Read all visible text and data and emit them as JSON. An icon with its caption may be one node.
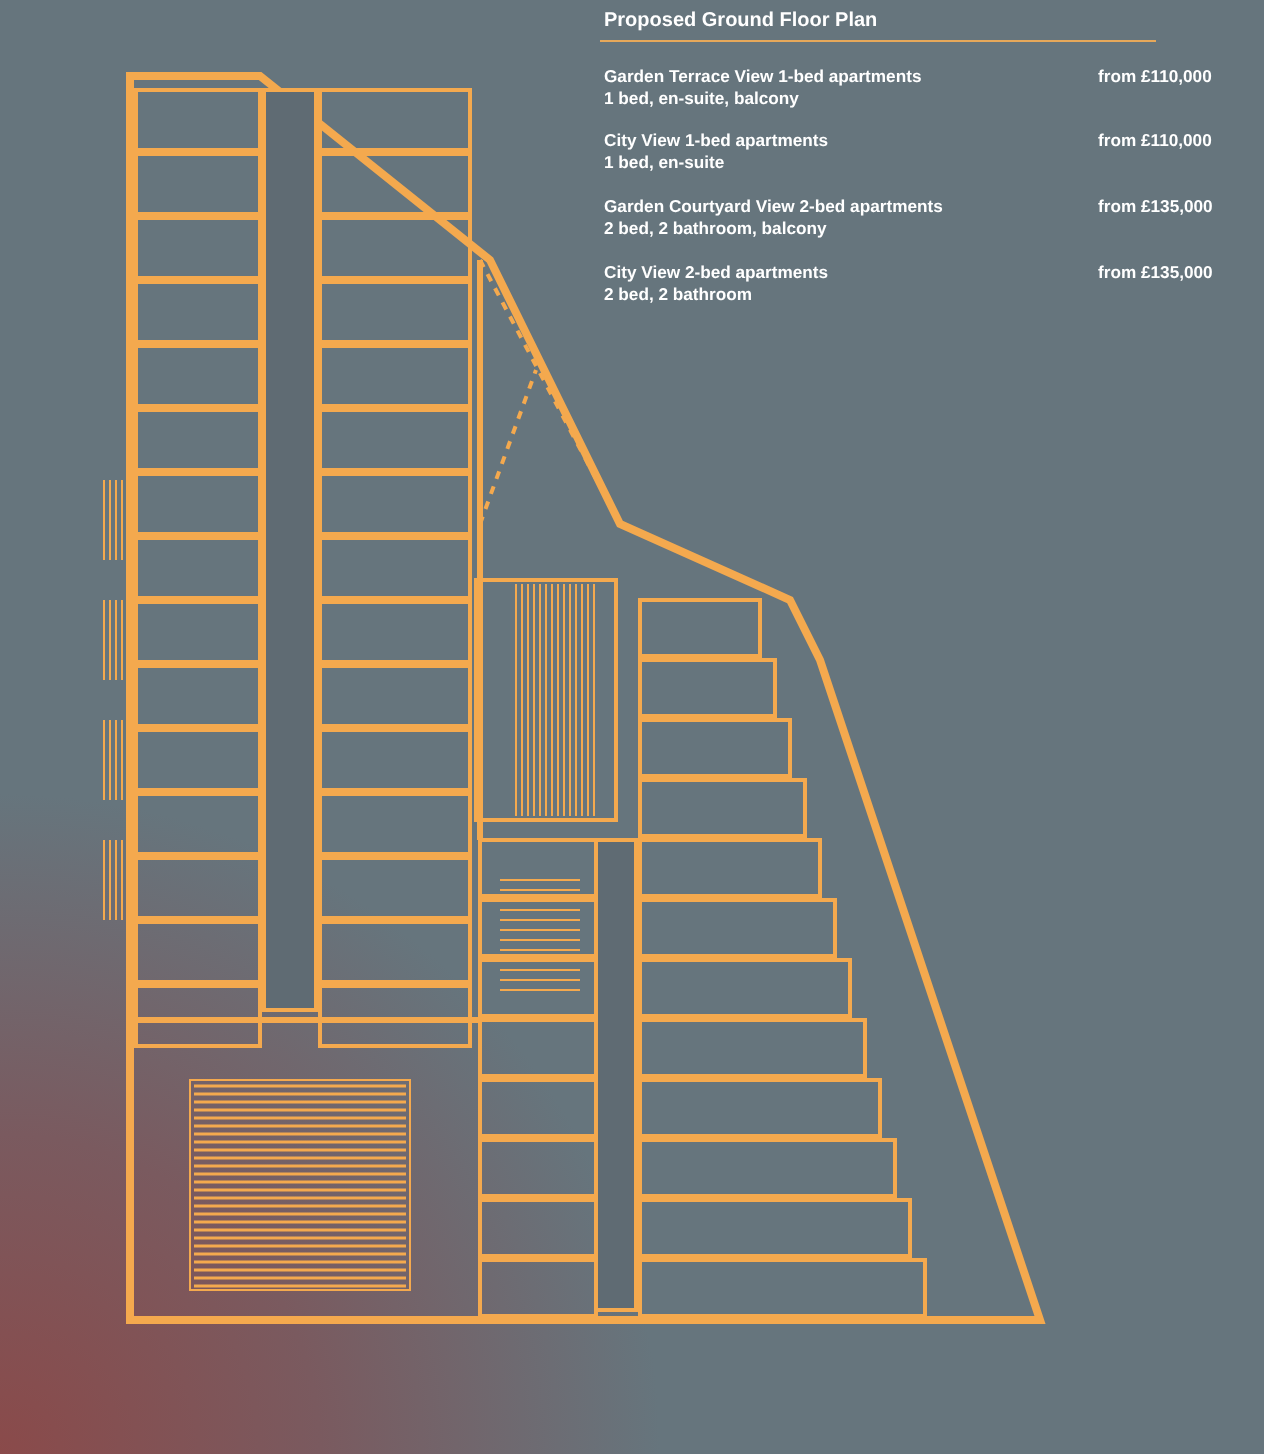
{
  "diagram": {
    "title": "Proposed Ground Floor Plan",
    "labels": [
      "Garden Terrace View 1-bed apartments",
      "from £110,000",
      "1 bed, en-suite, balcony",
      "City View 1-bed apartments",
      "from £110,000",
      "1 bed, en-suite",
      "Garden Courtyard View 2-bed apartments",
      "from £135,000",
      "2 bed, 2 bathroom, balcony",
      "City View 2-bed apartments",
      "from £135,000",
      "2 bed, 2 bathroom"
    ]
  }
}
